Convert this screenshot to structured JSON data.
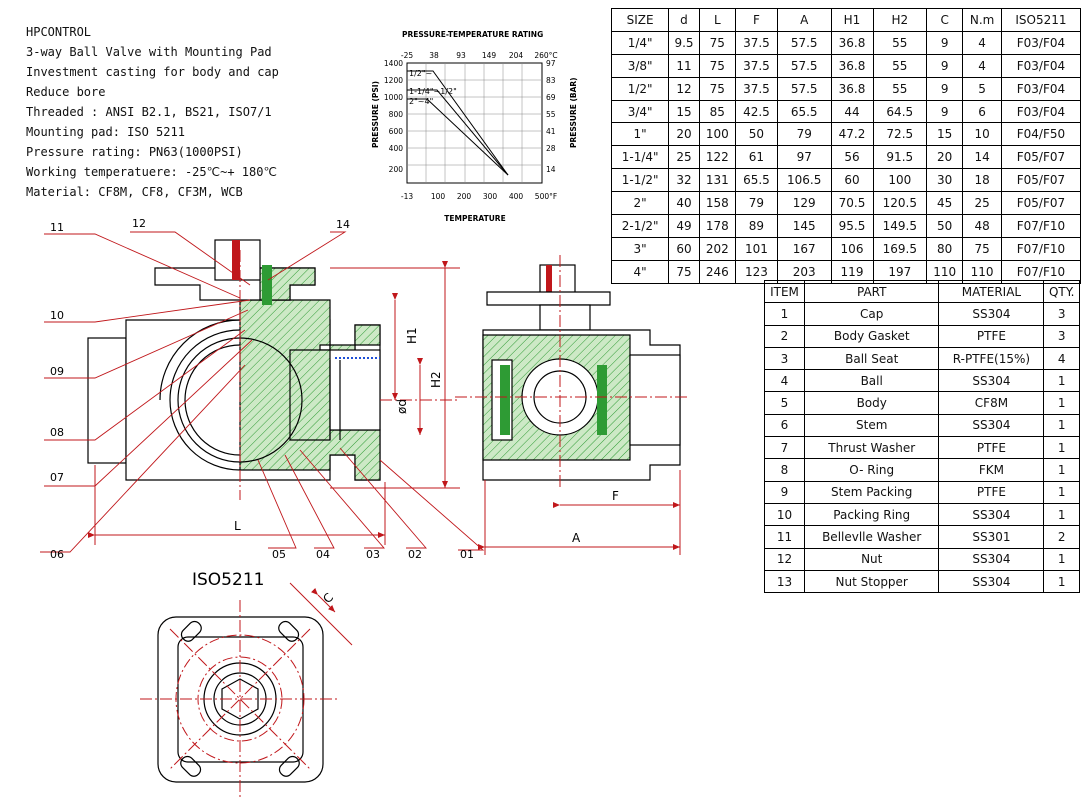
{
  "brand": "HPCONTROL",
  "spec_lines": [
    "3-way Ball Valve with Mounting Pad",
    "Investment casting for body and cap",
    "Reduce bore",
    "Threaded : ANSI B2.1, BS21, ISO7/1",
    "Mounting pad: ISO 5211",
    "Pressure rating: PN63(1000PSI)",
    "Working temperatuere: -25℃~+ 180℃",
    "Material: CF8M, CF8, CF3M, WCB"
  ],
  "pt_chart": {
    "title": "PRESSURE-TEMPERATURE RATING",
    "top_axis_labels": [
      "-25",
      "38",
      "93",
      "149",
      "204",
      "260°C"
    ],
    "bottom_axis_labels": [
      "-13",
      "100",
      "200",
      "300",
      "400",
      "500°F"
    ],
    "left_axis_labels": [
      "1400",
      "1200",
      "1000",
      "800",
      "600",
      "400",
      "200"
    ],
    "right_axis_labels": [
      "97",
      "83",
      "69",
      "55",
      "41",
      "28",
      "14"
    ],
    "left_title": "PRESSURE (PSI)",
    "right_title": "PRESSURE (BAR)",
    "bottom_title": "TEMPERATURE",
    "series_labels": [
      "1/2\"~",
      "1-1/4\"~1/2\"",
      "2\"~4\""
    ]
  },
  "size_table": {
    "headers": [
      "SIZE",
      "d",
      "L",
      "F",
      "A",
      "H1",
      "H2",
      "C",
      "N.m",
      "ISO5211"
    ],
    "rows": [
      [
        "1/4\"",
        "9.5",
        "75",
        "37.5",
        "57.5",
        "36.8",
        "55",
        "9",
        "4",
        "F03/F04"
      ],
      [
        "3/8\"",
        "11",
        "75",
        "37.5",
        "57.5",
        "36.8",
        "55",
        "9",
        "4",
        "F03/F04"
      ],
      [
        "1/2\"",
        "12",
        "75",
        "37.5",
        "57.5",
        "36.8",
        "55",
        "9",
        "5",
        "F03/F04"
      ],
      [
        "3/4\"",
        "15",
        "85",
        "42.5",
        "65.5",
        "44",
        "64.5",
        "9",
        "6",
        "F03/F04"
      ],
      [
        "1\"",
        "20",
        "100",
        "50",
        "79",
        "47.2",
        "72.5",
        "15",
        "10",
        "F04/F50"
      ],
      [
        "1-1/4\"",
        "25",
        "122",
        "61",
        "97",
        "56",
        "91.5",
        "20",
        "14",
        "F05/F07"
      ],
      [
        "1-1/2\"",
        "32",
        "131",
        "65.5",
        "106.5",
        "60",
        "100",
        "30",
        "18",
        "F05/F07"
      ],
      [
        "2\"",
        "40",
        "158",
        "79",
        "129",
        "70.5",
        "120.5",
        "45",
        "25",
        "F05/F07"
      ],
      [
        "2-1/2\"",
        "49",
        "178",
        "89",
        "145",
        "95.5",
        "149.5",
        "50",
        "48",
        "F07/F10"
      ],
      [
        "3\"",
        "60",
        "202",
        "101",
        "167",
        "106",
        "169.5",
        "80",
        "75",
        "F07/F10"
      ],
      [
        "4\"",
        "75",
        "246",
        "123",
        "203",
        "119",
        "197",
        "110",
        "110",
        "F07/F10"
      ]
    ]
  },
  "parts_table": {
    "headers": [
      "ITEM",
      "PART",
      "MATERIAL",
      "QTY."
    ],
    "rows": [
      [
        "1",
        "Cap",
        "SS304",
        "3"
      ],
      [
        "2",
        "Body Gasket",
        "PTFE",
        "3"
      ],
      [
        "3",
        "Ball Seat",
        "R-PTFE(15%)",
        "4"
      ],
      [
        "4",
        "Ball",
        "SS304",
        "1"
      ],
      [
        "5",
        "Body",
        "CF8M",
        "1"
      ],
      [
        "6",
        "Stem",
        "SS304",
        "1"
      ],
      [
        "7",
        "Thrust Washer",
        "PTFE",
        "1"
      ],
      [
        "8",
        "O- Ring",
        "FKM",
        "1"
      ],
      [
        "9",
        "Stem Packing",
        "PTFE",
        "1"
      ],
      [
        "10",
        "Packing Ring",
        "SS304",
        "1"
      ],
      [
        "11",
        "Bellevlle Washer",
        "SS301",
        "2"
      ],
      [
        "12",
        "Nut",
        "SS304",
        "1"
      ],
      [
        "13",
        "Nut Stopper",
        "SS304",
        "1"
      ]
    ]
  },
  "drawing": {
    "callouts_left": [
      "11",
      "12",
      "14",
      "10",
      "09",
      "08",
      "07",
      "06",
      "05",
      "04",
      "03",
      "02",
      "01"
    ],
    "dims": {
      "h1": "H1",
      "h2": "H2",
      "d": "ød",
      "l": "L",
      "f": "F",
      "a": "A",
      "c": "C"
    },
    "iso_label": "ISO5211"
  },
  "colors": {
    "line": "#000000",
    "dim": "#c0171b",
    "hatch": "#2e9b34",
    "hatch_fill": "#cde9c6"
  }
}
